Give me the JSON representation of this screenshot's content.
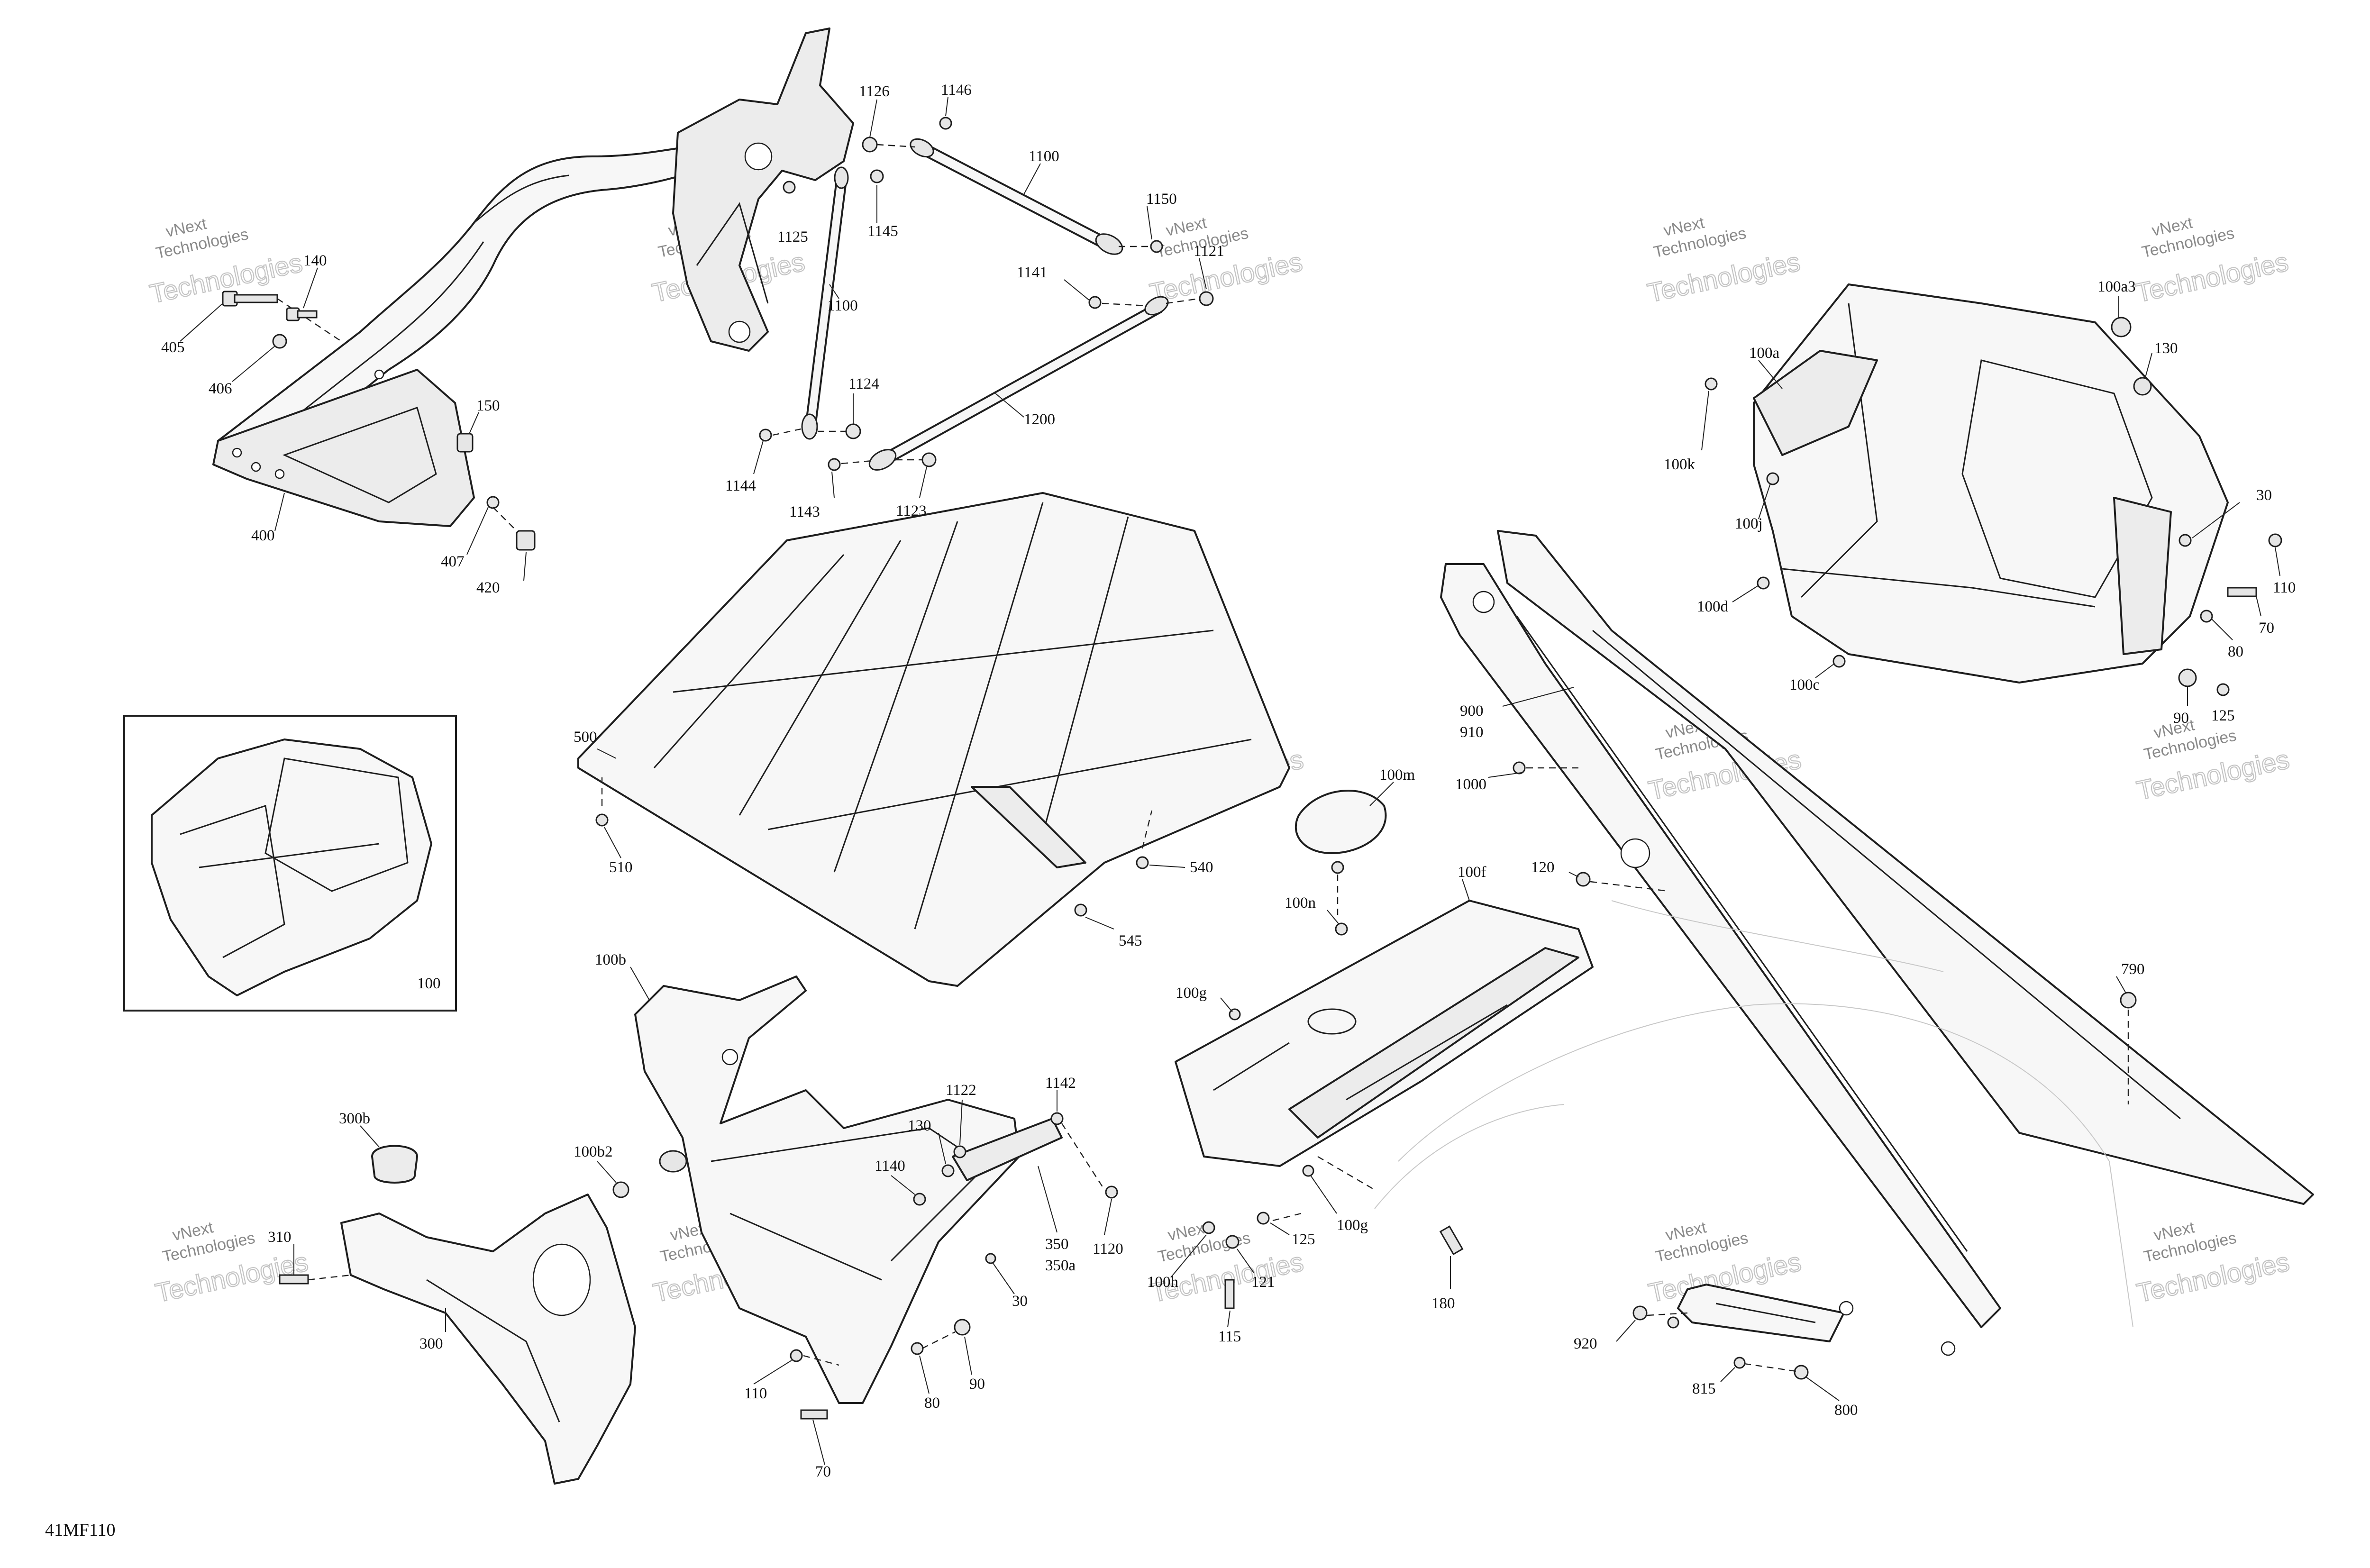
{
  "diagram_id": "41MF110",
  "watermark": {
    "line1": "vNext",
    "line2": "Technologies"
  },
  "callouts": {
    "c1126": "1126",
    "c1146": "1146",
    "c1100_top": "1100",
    "c1100_mid": "1100",
    "c1150": "1150",
    "c1121": "1121",
    "c1125": "1125",
    "c1145": "1145",
    "c140": "140",
    "c405": "405",
    "c406": "406",
    "c150": "150",
    "c400": "400",
    "c407": "407",
    "c420": "420",
    "c1141": "1141",
    "c1124": "1124",
    "c1200": "1200",
    "c1144": "1144",
    "c1143": "1143",
    "c1123": "1123",
    "c100a3": "100a3",
    "c100a": "100a",
    "c130_top": "130",
    "c100k": "100k",
    "c100j": "100j",
    "c30_top": "30",
    "c110_top": "110",
    "c100d": "100d",
    "c70_top": "70",
    "c80_top": "80",
    "c100c": "100c",
    "c90_top": "90",
    "c125_top": "125",
    "c500": "500",
    "c510": "510",
    "c540": "540",
    "c545": "545",
    "c100": "100",
    "c100m": "100m",
    "c900": "900",
    "c910": "910",
    "c1000": "1000",
    "c100f": "100f",
    "c120": "120",
    "c100n": "100n",
    "c100g_a": "100g",
    "c100g_b": "100g",
    "c790": "790",
    "c100b": "100b",
    "c300b": "300b",
    "c100b2": "100b2",
    "c310": "310",
    "c300": "300",
    "c1122": "1122",
    "c1142": "1142",
    "c130_mid": "130",
    "c1140": "1140",
    "c350": "350",
    "c350a": "350a",
    "c1120": "1120",
    "c30_mid": "30",
    "c110_bot": "110",
    "c80_bot": "80",
    "c90_bot": "90",
    "c70_bot": "70",
    "c100h": "100h",
    "c125_bot": "125",
    "c121": "121",
    "c115": "115",
    "c180": "180",
    "c920": "920",
    "c815": "815",
    "c800": "800"
  }
}
